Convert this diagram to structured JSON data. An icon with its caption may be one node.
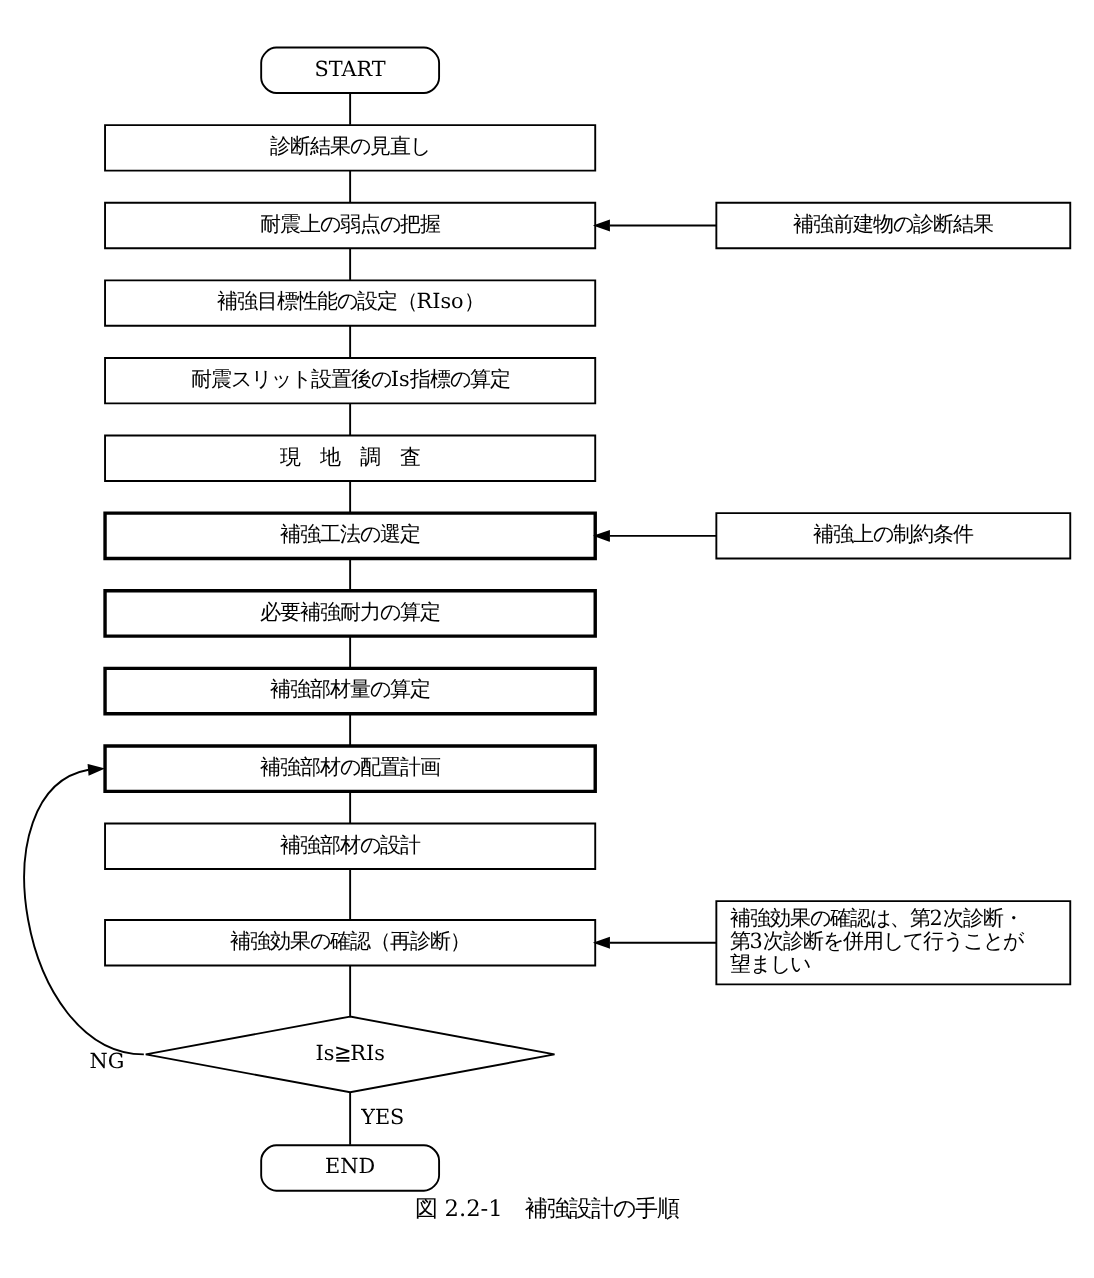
{
  "diagram": {
    "caption": "図 2.2-1　補強設計の手順",
    "nodes": [
      {
        "text": [
          "START"
        ]
      },
      {
        "text": [
          "診断結果の見直し"
        ]
      },
      {
        "text": [
          "耐震上の弱点の把握"
        ]
      },
      {
        "text": [
          "補強前建物の診断結果"
        ]
      },
      {
        "text": [
          "補強目標性能の設定（RIso）"
        ]
      },
      {
        "text": [
          "耐震スリット設置後のIs指標の算定"
        ]
      },
      {
        "text": [
          "現　地　調　査"
        ]
      },
      {
        "text": [
          "補強工法の選定"
        ]
      },
      {
        "text": [
          "補強上の制約条件"
        ]
      },
      {
        "text": [
          "必要補強耐力の算定"
        ]
      },
      {
        "text": [
          "補強部材量の算定"
        ]
      },
      {
        "text": [
          "補強部材の配置計画"
        ]
      },
      {
        "text": [
          "補強部材の設計"
        ]
      },
      {
        "text": [
          "補強効果の確認（再診断）"
        ]
      },
      {
        "text": [
          "補強効果の確認は、第2次診断・第3次診断を併用して行うことが望ましい"
        ]
      },
      {
        "text": [
          "Is≧RIs"
        ]
      },
      {
        "text": [
          "END"
        ]
      }
    ],
    "edges": [
      {
        "from": 0,
        "to": 1,
        "arrow": "none"
      },
      {
        "from": 1,
        "to": 2,
        "arrow": "none"
      },
      {
        "from": 3,
        "to": 2,
        "arrow": "to"
      },
      {
        "from": 2,
        "to": 4,
        "arrow": "none"
      },
      {
        "from": 4,
        "to": 5,
        "arrow": "none"
      },
      {
        "from": 5,
        "to": 6,
        "arrow": "none"
      },
      {
        "from": 6,
        "to": 7,
        "arrow": "none"
      },
      {
        "from": 8,
        "to": 7,
        "arrow": "to"
      },
      {
        "from": 7,
        "to": 9,
        "arrow": "none"
      },
      {
        "from": 9,
        "to": 10,
        "arrow": "none"
      },
      {
        "from": 10,
        "to": 11,
        "arrow": "none"
      },
      {
        "from": 11,
        "to": 12,
        "arrow": "none"
      },
      {
        "from": 12,
        "to": 13,
        "arrow": "none"
      },
      {
        "from": 14,
        "to": 13,
        "arrow": "to"
      },
      {
        "from": 13,
        "to": 15,
        "arrow": "none"
      },
      {
        "from": 15,
        "to": 16,
        "arrow": "none",
        "label": "YES"
      },
      {
        "from": 15,
        "to": 11,
        "arrow": "to",
        "label": "NG"
      }
    ]
  }
}
